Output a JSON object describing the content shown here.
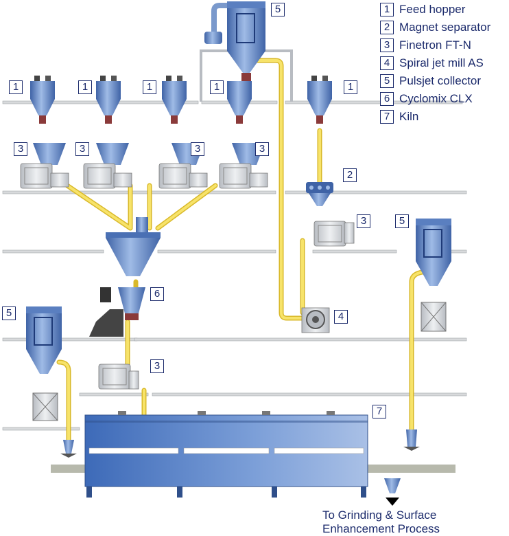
{
  "legend": [
    {
      "num": "1",
      "label": "Feed hopper"
    },
    {
      "num": "2",
      "label": "Magnet separator"
    },
    {
      "num": "3",
      "label": "Finetron  FT-N"
    },
    {
      "num": "4",
      "label": "Spiral jet mill  AS"
    },
    {
      "num": "5",
      "label": "Pulsjet collector"
    },
    {
      "num": "6",
      "label": "Cyclomix  CLX"
    },
    {
      "num": "7",
      "label": "Kiln"
    }
  ],
  "tags": {
    "feed_hopper": "1",
    "magnet_separator": "2",
    "finetron": "3",
    "jet_mill": "4",
    "pulsjet": "5",
    "cyclomix": "6",
    "kiln": "7"
  },
  "footer": {
    "line1": "To Grinding & Surface",
    "line2": "Enhancement Process"
  },
  "colors": {
    "pipe": "#f2d94a",
    "equipment": "#5a86c8",
    "kiln": "#4a78c4",
    "text": "#1b2a6b"
  }
}
